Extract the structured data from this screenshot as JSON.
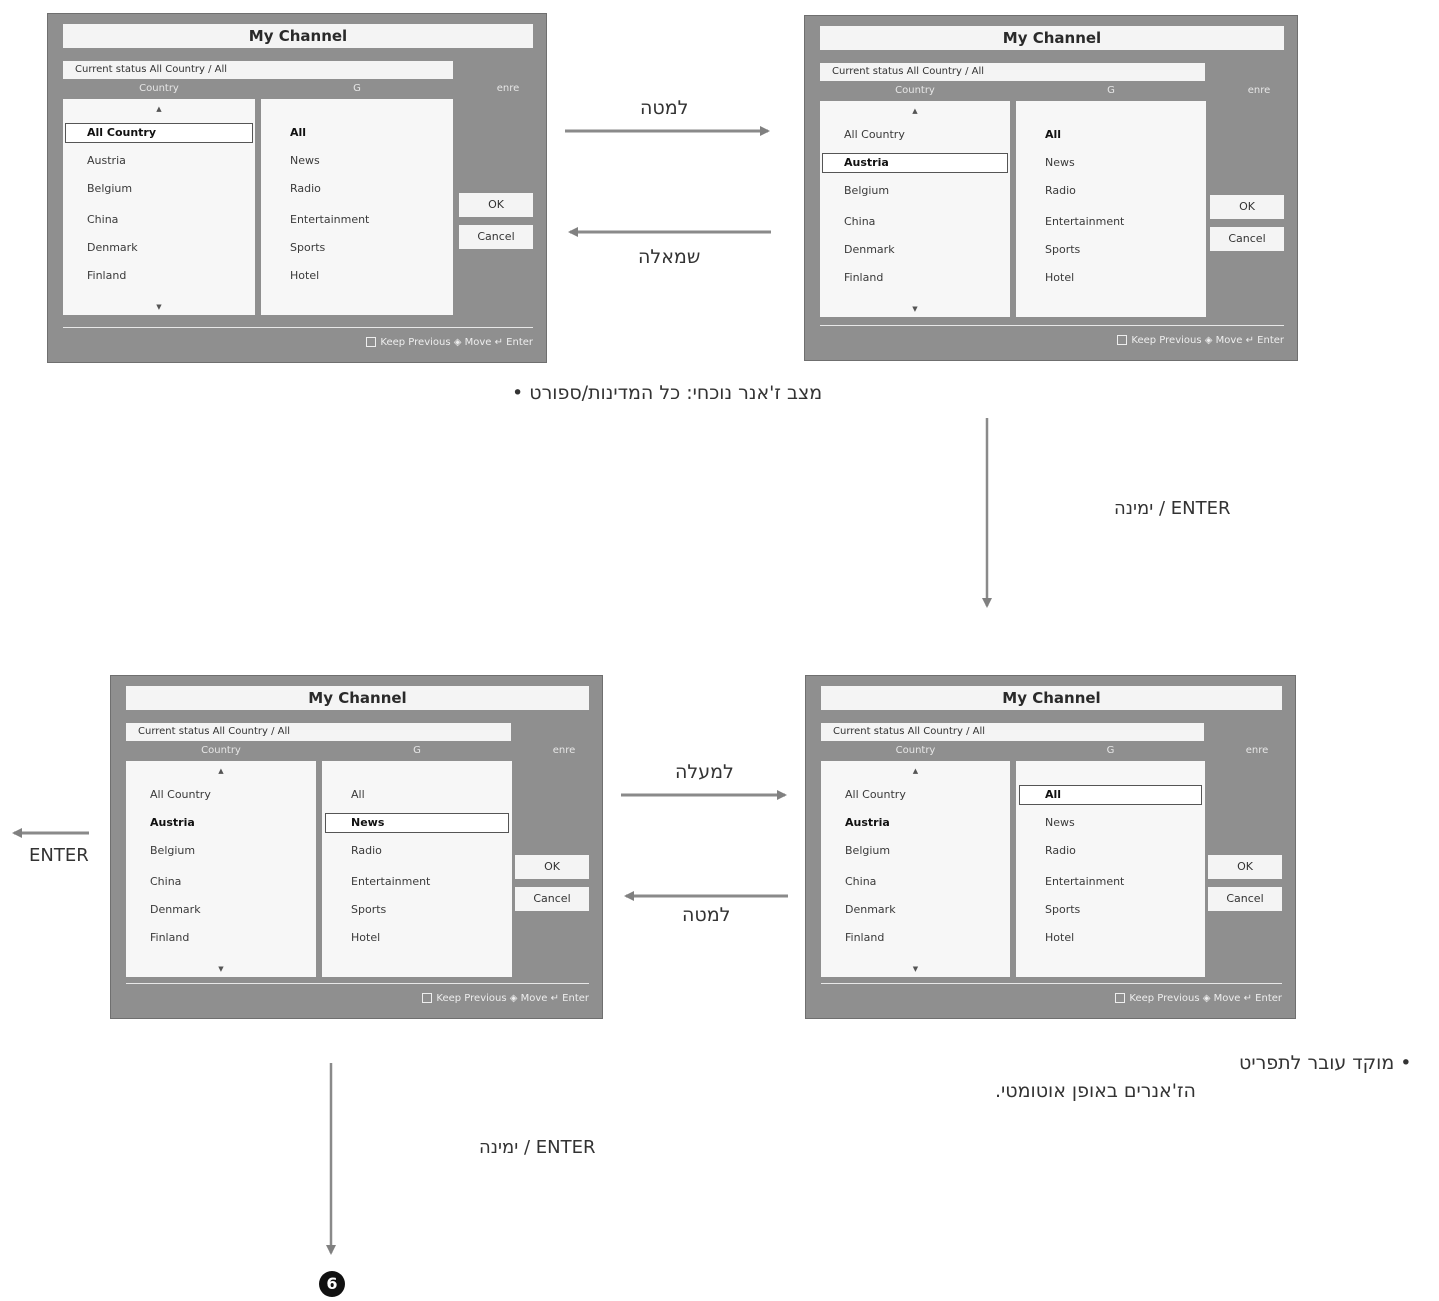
{
  "panels": [
    {
      "id": "top-left",
      "title": "My Channel",
      "status": "Current status All Country / All",
      "country_header": "Country",
      "genre_header_left": "G",
      "genre_header_right": "enre",
      "countries": [
        "All Country",
        "Austria",
        "Belgium",
        "China",
        "Denmark",
        "Finland"
      ],
      "genres": [
        "All",
        "News",
        "Radio",
        "Entertainment",
        "Sports",
        "Hotel"
      ],
      "ok": "OK",
      "cancel": "Cancel",
      "footer": "Keep Previous  ◈ Move  ↵ Enter"
    },
    {
      "id": "top-right",
      "title": "My Channel",
      "status": "Current status All Country / All",
      "country_header": "Country",
      "genre_header_left": "G",
      "genre_header_right": "enre",
      "countries": [
        "All Country",
        "Austria",
        "Belgium",
        "China",
        "Denmark",
        "Finland"
      ],
      "genres": [
        "All",
        "News",
        "Radio",
        "Entertainment",
        "Sports",
        "Hotel"
      ],
      "ok": "OK",
      "cancel": "Cancel",
      "footer": "Keep Previous  ◈ Move  ↵ Enter"
    },
    {
      "id": "bottom-left",
      "title": "My Channel",
      "status": "Current status All Country / All",
      "country_header": "Country",
      "genre_header_left": "G",
      "genre_header_right": "enre",
      "countries": [
        "All Country",
        "Austria",
        "Belgium",
        "China",
        "Denmark",
        "Finland"
      ],
      "genres": [
        "All",
        "News",
        "Radio",
        "Entertainment",
        "Sports",
        "Hotel"
      ],
      "ok": "OK",
      "cancel": "Cancel",
      "footer": "Keep Previous  ◈ Move  ↵ Enter"
    },
    {
      "id": "bottom-right",
      "title": "My Channel",
      "status": "Current status All Country / All",
      "country_header": "Country",
      "genre_header_left": "G",
      "genre_header_right": "enre",
      "countries": [
        "All Country",
        "Austria",
        "Belgium",
        "China",
        "Denmark",
        "Finland"
      ],
      "genres": [
        "All",
        "News",
        "Radio",
        "Entertainment",
        "Sports",
        "Hotel"
      ],
      "ok": "OK",
      "cancel": "Cancel",
      "footer": "Keep Previous  ◈ Move  ↵ Enter"
    }
  ],
  "labels": {
    "down_top": "למטה",
    "left_top": "שמאלה",
    "caption_top": "מצב ז'אנר נוכחי: כל המדינות/ספורט •",
    "right_enter_top": "ENTER / ימינה",
    "up_bottom": "למעלה",
    "down_bottom": "למטה",
    "enter_left": "ENTER",
    "caption_bottom_line1": "• מוקד עובר לתפריט",
    "caption_bottom_line2": "הז'אנרים באופן אוטומטי.",
    "right_enter_bottom": "ENTER / ימינה",
    "step_number": "6"
  }
}
